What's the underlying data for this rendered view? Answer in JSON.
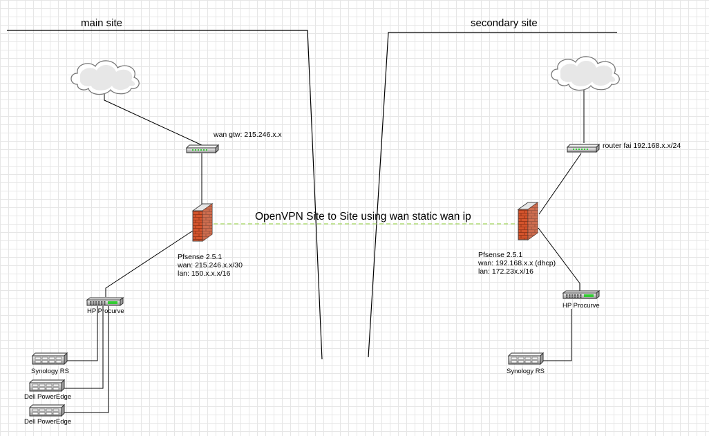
{
  "sites": {
    "main": {
      "title": "main site"
    },
    "secondary": {
      "title": "secondary site"
    }
  },
  "vpn": {
    "label": "OpenVPN Site to Site using wan static wan ip"
  },
  "main": {
    "wan_gateway": "wan gtw:  215.246.x.x",
    "firewall": {
      "name": "Pfsense 2.5.1",
      "wan": "wan: 215.246.x.x/30",
      "lan": "lan: 150.x.x.x/16"
    },
    "switch": "HP Procurve",
    "servers": [
      "Synology RS",
      "Dell PowerEdge",
      "Dell PowerEdge"
    ]
  },
  "secondary": {
    "router": "router fai 192.168.x.x/24",
    "firewall": {
      "name": "Pfsense 2.5.1",
      "wan": "wan: 192.168.x.x (dhcp)",
      "lan": "lan: 172.23x.x/16"
    },
    "switch": "HP Procurve",
    "servers": [
      "Synology RS"
    ]
  },
  "colors": {
    "vpn_link": "#9fd35a",
    "firewall_brick": "#d4542c",
    "led": "#33cc33"
  },
  "icons": [
    "cloud-icon",
    "router-icon",
    "firewall-icon",
    "switch-icon",
    "server-icon"
  ]
}
